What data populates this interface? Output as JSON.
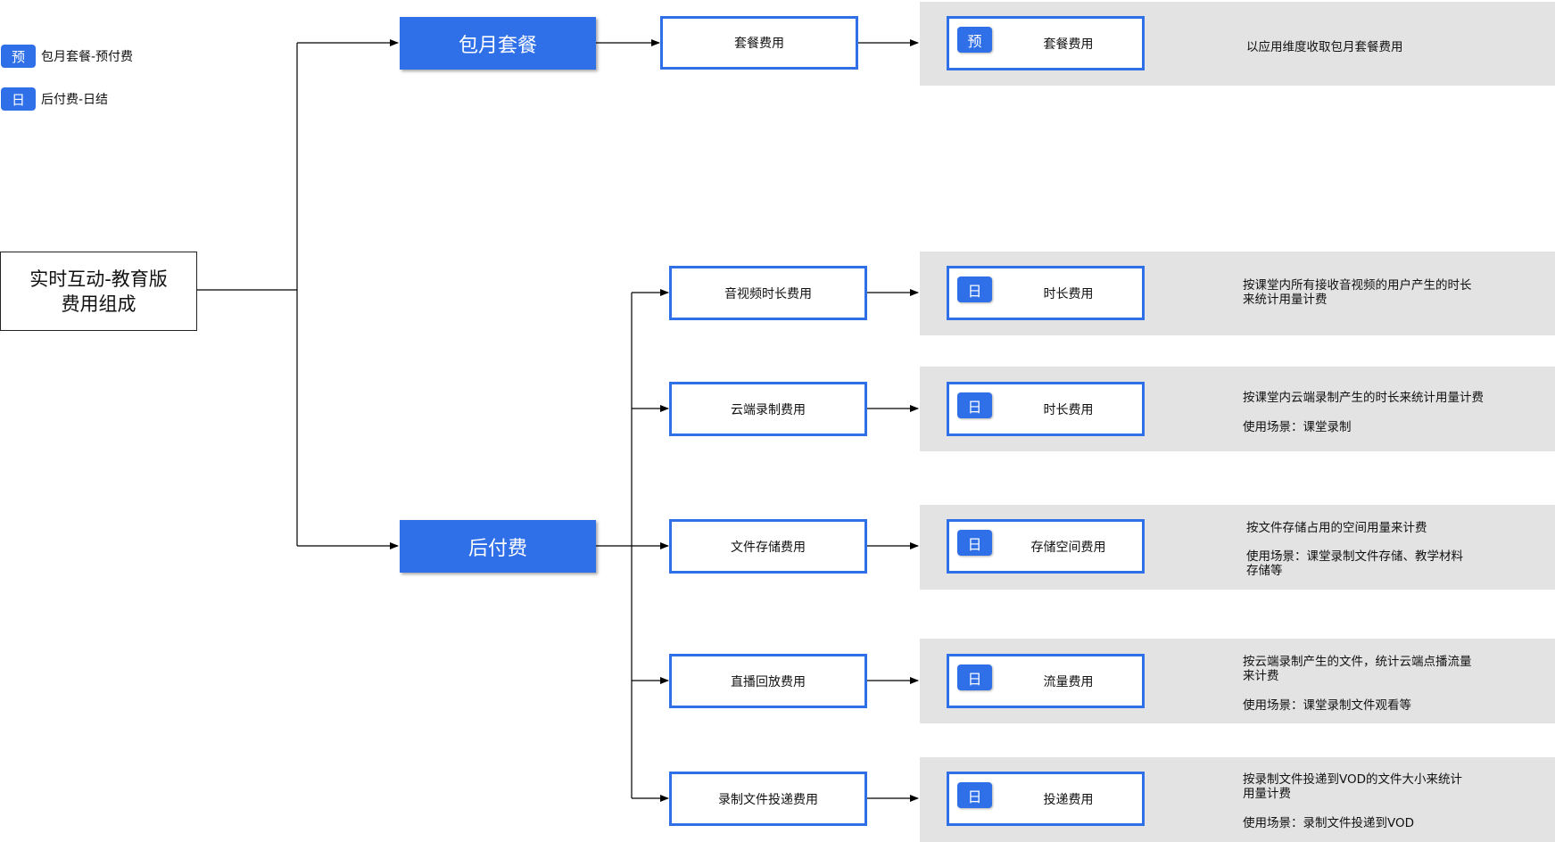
{
  "legend": [
    {
      "badge": "预",
      "text": "包月套餐-预付费"
    },
    {
      "badge": "日",
      "text": "后付费-日结"
    }
  ],
  "root": {
    "label": "实时互动-教育版\n费用组成"
  },
  "categories": {
    "monthly": {
      "label": "包月套餐"
    },
    "postpaid": {
      "label": "后付费"
    }
  },
  "rows": [
    {
      "item": "套餐费用",
      "badge": "预",
      "fee": "套餐费用",
      "desc": [
        "以应用维度收取包月套餐费用"
      ]
    },
    {
      "item": "音视频时长费用",
      "badge": "日",
      "fee": "时长费用",
      "desc": [
        "按课堂内所有接收音视频的用户产生的时长",
        "来统计用量计费"
      ]
    },
    {
      "item": "云端录制费用",
      "badge": "日",
      "fee": "时长费用",
      "desc": [
        "按课堂内云端录制产生的时长来统计用量计费",
        "",
        "使用场景：课堂录制"
      ]
    },
    {
      "item": "文件存储费用",
      "badge": "日",
      "fee": "存储空间费用",
      "desc": [
        "按文件存储占用的空间用量来计费",
        "",
        "使用场景：课堂录制文件存储、教学材料",
        "存储等"
      ]
    },
    {
      "item": "直播回放费用",
      "badge": "日",
      "fee": "流量费用",
      "desc": [
        "按云端录制产生的文件，统计云端点播流量",
        "来计费",
        "",
        "使用场景：课堂录制文件观看等"
      ]
    },
    {
      "item": "录制文件投递费用",
      "badge": "日",
      "fee": "投递费用",
      "desc": [
        "按录制文件投递到VOD的文件大小来统计",
        "用量计费",
        "",
        "使用场景：录制文件投递到VOD"
      ]
    }
  ],
  "colors": {
    "accent": "#2f6fe8",
    "panel": "#e3e3e3"
  }
}
